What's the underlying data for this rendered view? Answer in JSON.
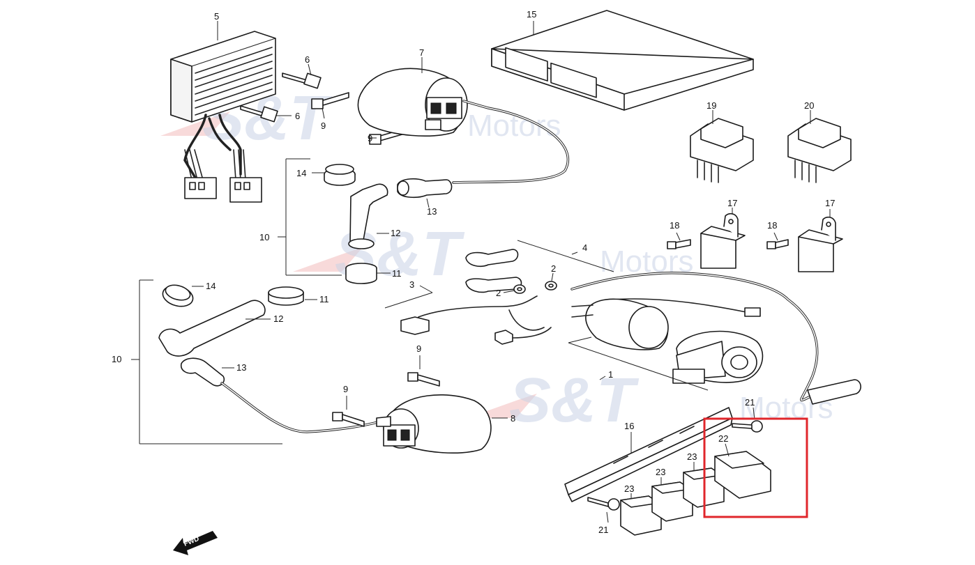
{
  "diagram": {
    "callouts": {
      "n1": "1",
      "n2a": "2",
      "n2b": "2",
      "n3": "3",
      "n4": "4",
      "n5": "5",
      "n6a": "6",
      "n6b": "6",
      "n7": "7",
      "n8": "8",
      "n9a": "9",
      "n9b": "9",
      "n9c": "9",
      "n9d": "9",
      "n10a": "10",
      "n10b": "10",
      "n11a": "11",
      "n11b": "11",
      "n12a": "12",
      "n12b": "12",
      "n13a": "13",
      "n13b": "13",
      "n14a": "14",
      "n14b": "14",
      "n15": "15",
      "n16": "16",
      "n17a": "17",
      "n17b": "17",
      "n18a": "18",
      "n18b": "18",
      "n19": "19",
      "n20": "20",
      "n21a": "21",
      "n21b": "21",
      "n22": "22",
      "n23a": "23",
      "n23b": "23",
      "n23c": "23"
    },
    "watermark": {
      "logo": "S&T",
      "sub": "Motors"
    },
    "fwd_label": "FWD",
    "highlight_color": "#e0262b",
    "icons": {
      "direction": "fwd-arrow-icon"
    }
  }
}
